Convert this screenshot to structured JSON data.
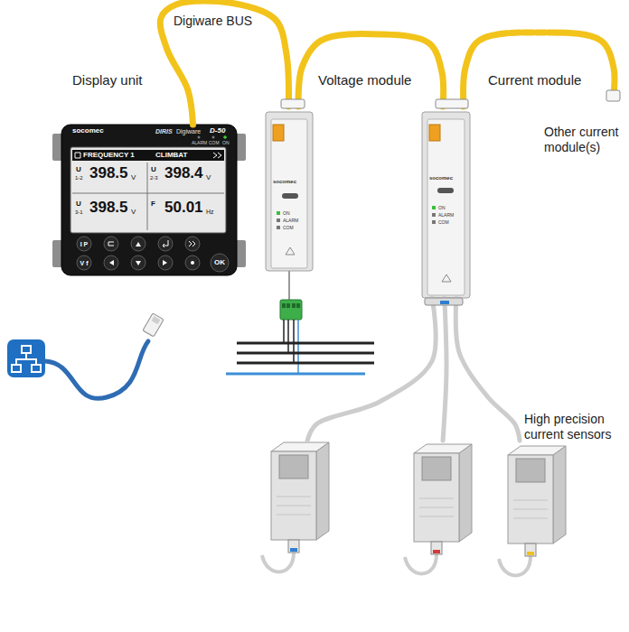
{
  "diagram": {
    "nodes": [
      {
        "text": [
          "Display unit"
        ]
      },
      {
        "text": [
          "Voltage module"
        ]
      },
      {
        "text": [
          "Current module"
        ]
      },
      {
        "text": [
          "Other current module(s)"
        ]
      },
      {
        "text": [
          "High precision current sensors"
        ]
      }
    ],
    "edges": [
      {
        "from": 0,
        "to": 1,
        "arrow": "none",
        "label": "Digiware BUS"
      },
      {
        "from": 1,
        "to": 2,
        "arrow": "none"
      },
      {
        "from": 2,
        "to": 3,
        "arrow": "none"
      },
      {
        "from": 2,
        "to": 4,
        "arrow": "none"
      },
      {
        "from": 2,
        "to": 4,
        "arrow": "none"
      },
      {
        "from": 2,
        "to": 4,
        "arrow": "none"
      }
    ],
    "labels": [
      "socomec",
      "DIRIS",
      "Digiware",
      "D-50",
      "ALARM",
      "COM",
      "ON",
      "FREQUENCY 1",
      "CLIMBAT",
      "U",
      "1-2",
      "398.5",
      "V",
      "U",
      "2-3",
      "398.4",
      "V",
      "U",
      "3-1",
      "398.5",
      "V",
      "F",
      "50.01",
      "Hz",
      "I P",
      "V f",
      "OK",
      "socomec",
      "ON",
      "ALARM",
      "COM",
      "socomec",
      "ON",
      "ALARM",
      "COM"
    ]
  }
}
